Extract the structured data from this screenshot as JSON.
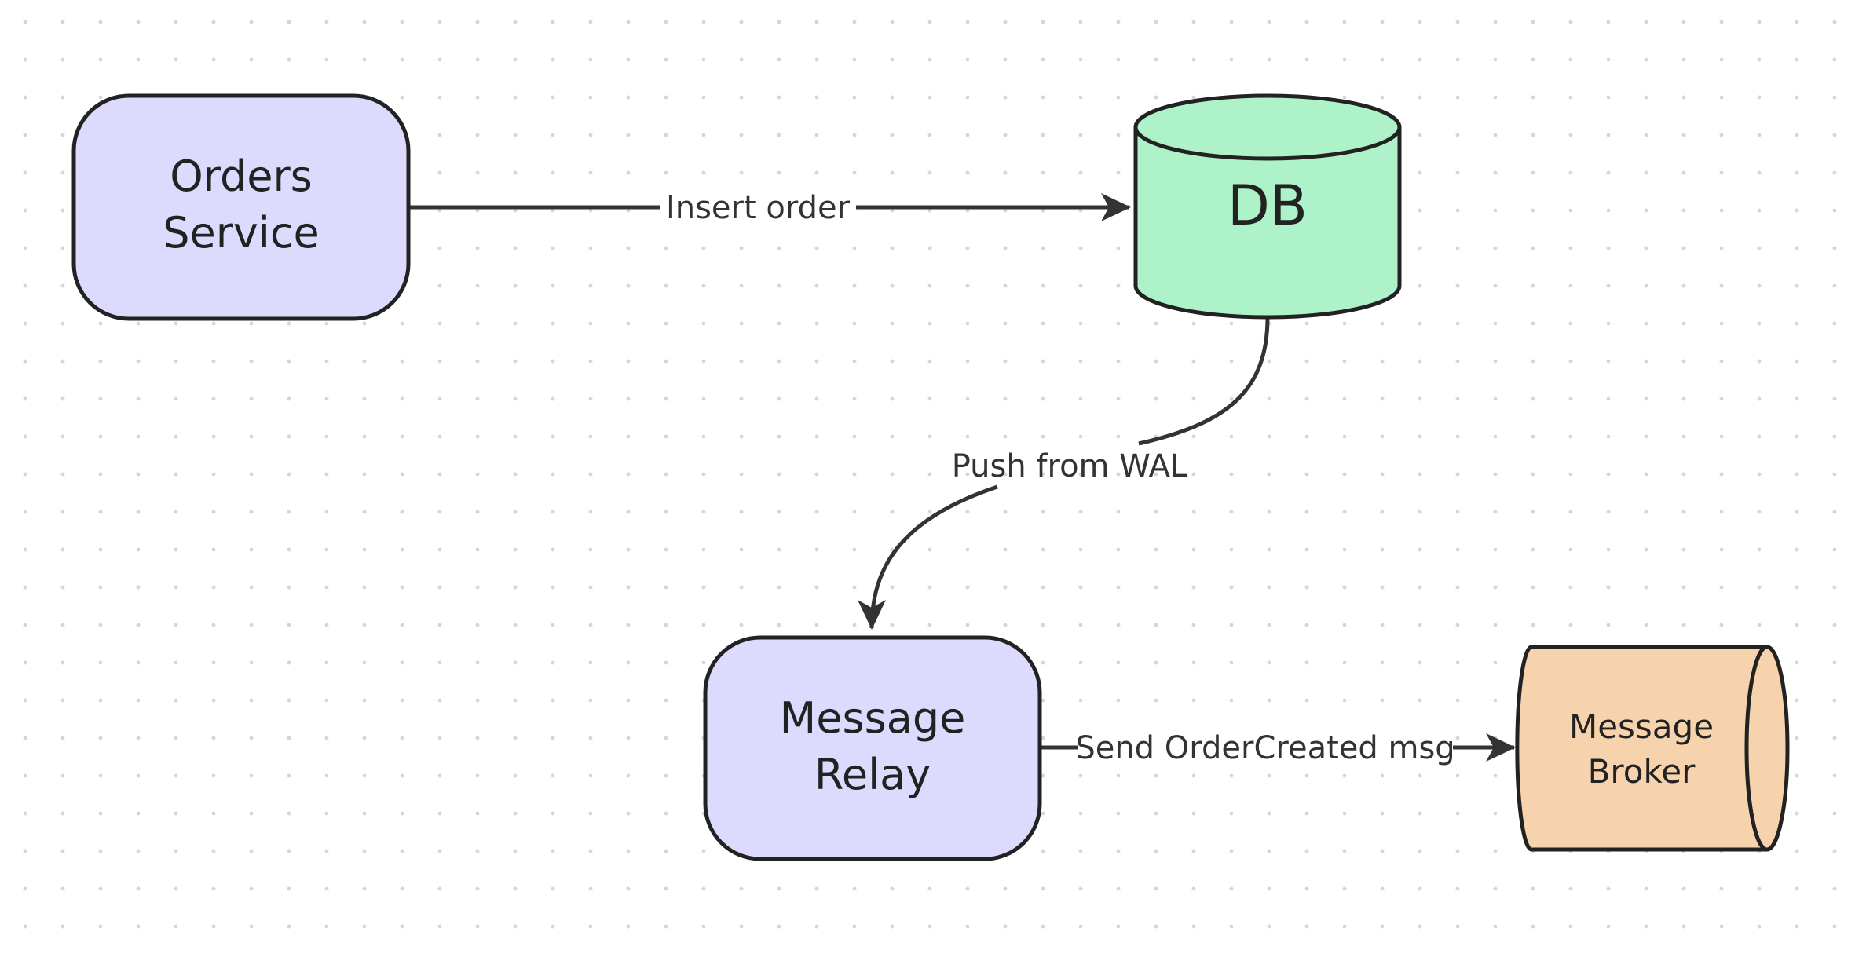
{
  "colors": {
    "service_fill": "#dcdafd",
    "db_fill": "#adf2c9",
    "broker_fill": "#f7d3ad",
    "stroke": "#222222"
  },
  "nodes": {
    "orders_service": {
      "line1": "Orders",
      "line2": "Service"
    },
    "db": {
      "label": "DB"
    },
    "message_relay": {
      "line1": "Message",
      "line2": "Relay"
    },
    "message_broker": {
      "line1": "Message",
      "line2": "Broker"
    }
  },
  "edges": {
    "insert_order": "Insert order",
    "push_from_wal": "Push from WAL",
    "send_order_created": "Send OrderCreated msg"
  }
}
